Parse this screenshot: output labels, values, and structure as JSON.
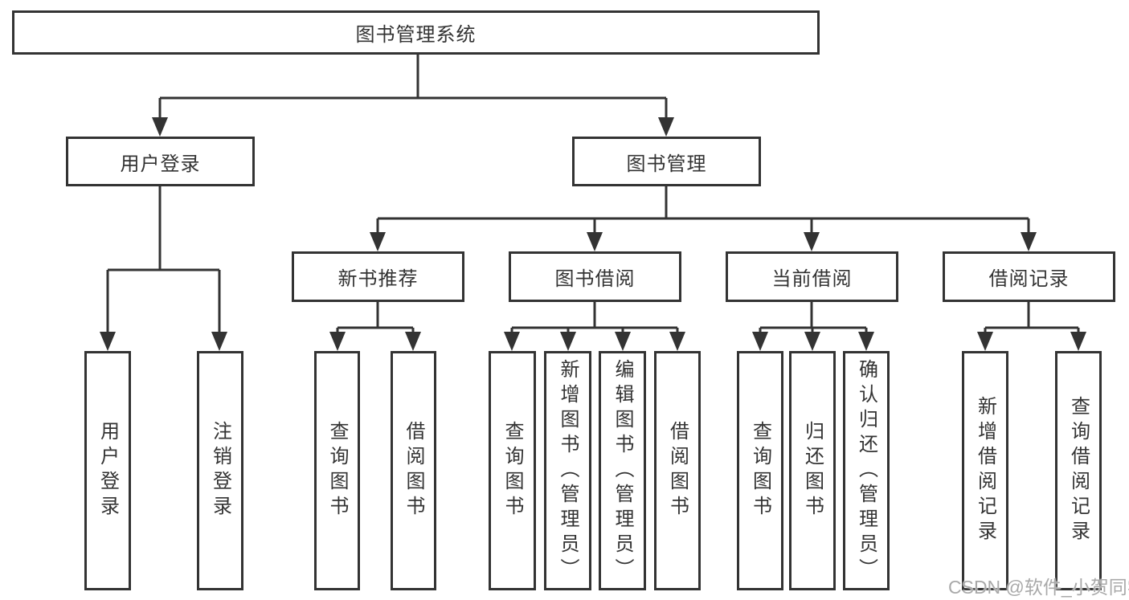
{
  "diagram": {
    "root": {
      "label": "图书管理系统",
      "children": [
        {
          "label": "用户登录",
          "children": [
            {
              "label": "用户登录"
            },
            {
              "label": "注销登录"
            }
          ]
        },
        {
          "label": "图书管理",
          "children": [
            {
              "label": "新书推荐",
              "children": [
                {
                  "label": "查询图书"
                },
                {
                  "label": "借阅图书"
                }
              ]
            },
            {
              "label": "图书借阅",
              "children": [
                {
                  "label": "查询图书"
                },
                {
                  "label": "新增图书（管理员）"
                },
                {
                  "label": "编辑图书（管理员）"
                },
                {
                  "label": "借阅图书"
                }
              ]
            },
            {
              "label": "当前借阅",
              "children": [
                {
                  "label": "查询图书"
                },
                {
                  "label": "归还图书"
                },
                {
                  "label": "确认归还（管理员）"
                }
              ]
            },
            {
              "label": "借阅记录",
              "children": [
                {
                  "label": "新增借阅记录"
                },
                {
                  "label": "查询借阅记录"
                }
              ]
            }
          ]
        }
      ]
    }
  },
  "watermark": "CSDN @软件_小贺同学",
  "colors": {
    "line": "#333333",
    "text": "#333333",
    "box_background": "#ffffff",
    "watermark": "#a9a9a9",
    "background": "#ffffff"
  }
}
